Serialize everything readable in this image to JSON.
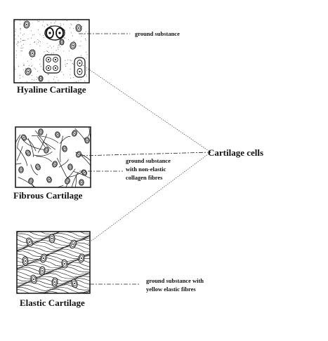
{
  "panels": {
    "hyaline": {
      "title": "Hyaline Cartilage",
      "label": "ground substance"
    },
    "fibrous": {
      "title": "Fibrous Cartilage",
      "label_lines": [
        "ground substance",
        "with non-elastic",
        "collagen fibres"
      ]
    },
    "elastic": {
      "title": "Elastic Cartilage",
      "label_lines": [
        "ground substance with",
        "yellow elastic fibres"
      ]
    }
  },
  "cartilage_cells_label": "Cartilage cells"
}
